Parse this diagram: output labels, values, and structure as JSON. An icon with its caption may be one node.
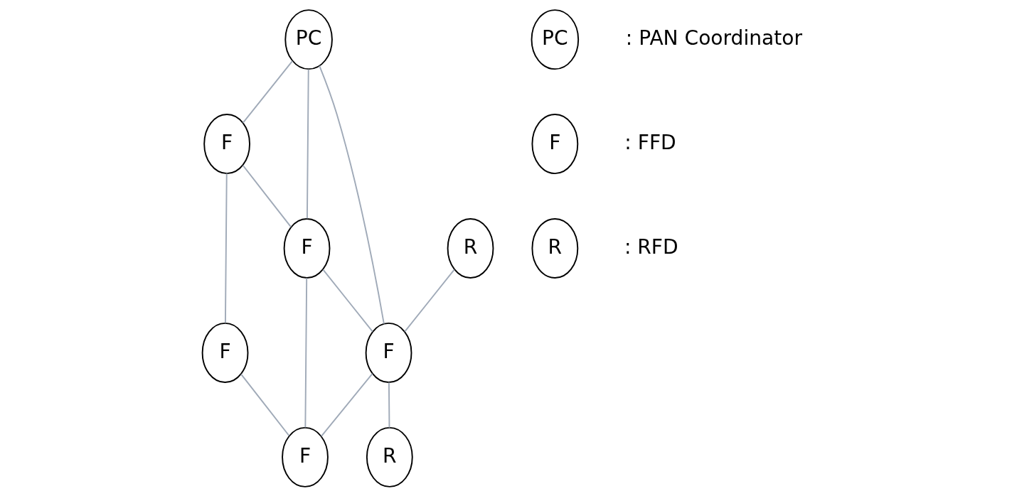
{
  "diagram": {
    "nodes": [
      {
        "text": [
          "PC"
        ]
      },
      {
        "text": [
          "F"
        ]
      },
      {
        "text": [
          "R"
        ]
      },
      {
        "text": [
          "F"
        ]
      },
      {
        "text": [
          "F"
        ]
      },
      {
        "text": [
          "F"
        ]
      },
      {
        "text": [
          "R"
        ]
      },
      {
        "text": [
          "F"
        ]
      },
      {
        "text": [
          "PC"
        ],
        "beside": [
          ": PAN Coordinator"
        ]
      },
      {
        "text": [
          "F"
        ],
        "beside": [
          ": FFD"
        ]
      },
      {
        "text": [
          "R"
        ],
        "beside": [
          ": RFD"
        ]
      }
    ],
    "edges": [
      {
        "from": 0,
        "to": 1,
        "arrow": "none"
      },
      {
        "from": 0,
        "to": 4,
        "arrow": "none"
      },
      {
        "from": 0,
        "to": 3,
        "arrow": "none"
      },
      {
        "from": 1,
        "to": 4,
        "arrow": "none"
      },
      {
        "from": 1,
        "to": 5,
        "arrow": "none"
      },
      {
        "from": 2,
        "to": 3,
        "arrow": "none"
      },
      {
        "from": 4,
        "to": 3,
        "arrow": "none"
      },
      {
        "from": 3,
        "to": 6,
        "arrow": "none"
      },
      {
        "from": 3,
        "to": 7,
        "arrow": "none"
      },
      {
        "from": 4,
        "to": 7,
        "arrow": "none"
      },
      {
        "from": 5,
        "to": 7,
        "arrow": "none"
      }
    ]
  }
}
